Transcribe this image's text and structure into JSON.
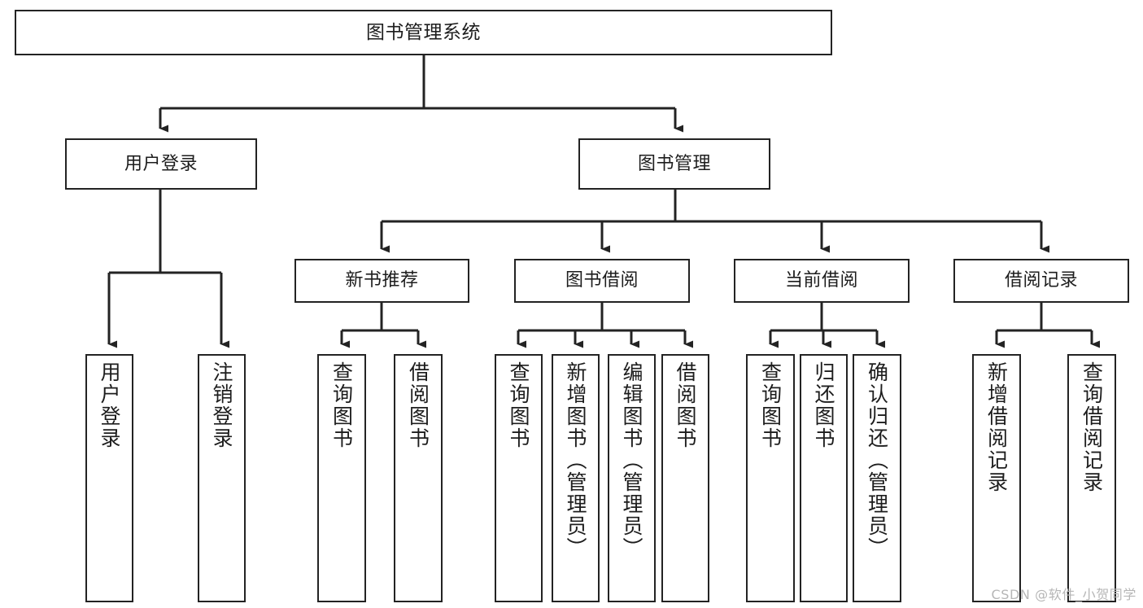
{
  "diagram": {
    "title": "图书管理系统",
    "type": "tree",
    "orientation": "top-down",
    "colors": {
      "box_border": "#232323",
      "box_fill": "#ffffff",
      "connector": "#232323",
      "text": "#1d1d1d",
      "watermark": "#b6b6b6",
      "background": "#ffffff"
    },
    "root": {
      "label": "图书管理系统"
    },
    "level2": [
      {
        "label": "用户登录"
      },
      {
        "label": "图书管理"
      }
    ],
    "level3": [
      {
        "label": "新书推荐"
      },
      {
        "label": "图书借阅"
      },
      {
        "label": "当前借阅"
      },
      {
        "label": "借阅记录"
      }
    ],
    "leaves": {
      "user_login": [
        {
          "label": "用户登录"
        },
        {
          "label": "注销登录"
        }
      ],
      "new_book_recommend": [
        {
          "label": "查询图书"
        },
        {
          "label": "借阅图书"
        }
      ],
      "book_borrow": [
        {
          "label": "查询图书"
        },
        {
          "label": "新增图书（管理员）"
        },
        {
          "label": "编辑图书（管理员）"
        },
        {
          "label": "借阅图书"
        }
      ],
      "current_borrow": [
        {
          "label": "查询图书"
        },
        {
          "label": "归还图书"
        },
        {
          "label": "确认归还（管理员）"
        }
      ],
      "borrow_record": [
        {
          "label": "新增借阅记录"
        },
        {
          "label": "查询借阅记录"
        }
      ]
    }
  },
  "watermark": {
    "text": "CSDN @软件_小贺同学"
  }
}
